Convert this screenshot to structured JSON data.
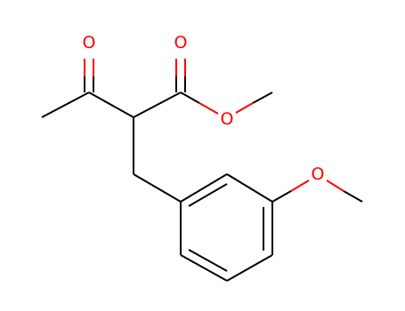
{
  "molecule": {
    "atom_labels": {
      "ketone_oxygen": "O",
      "ester_carbonyl_oxygen": "O",
      "ester_oxygen": "O",
      "methoxy_oxygen": "O"
    },
    "colors": {
      "bond": "#000000",
      "oxygen": "#ff0000",
      "background": "#ffffff"
    }
  }
}
